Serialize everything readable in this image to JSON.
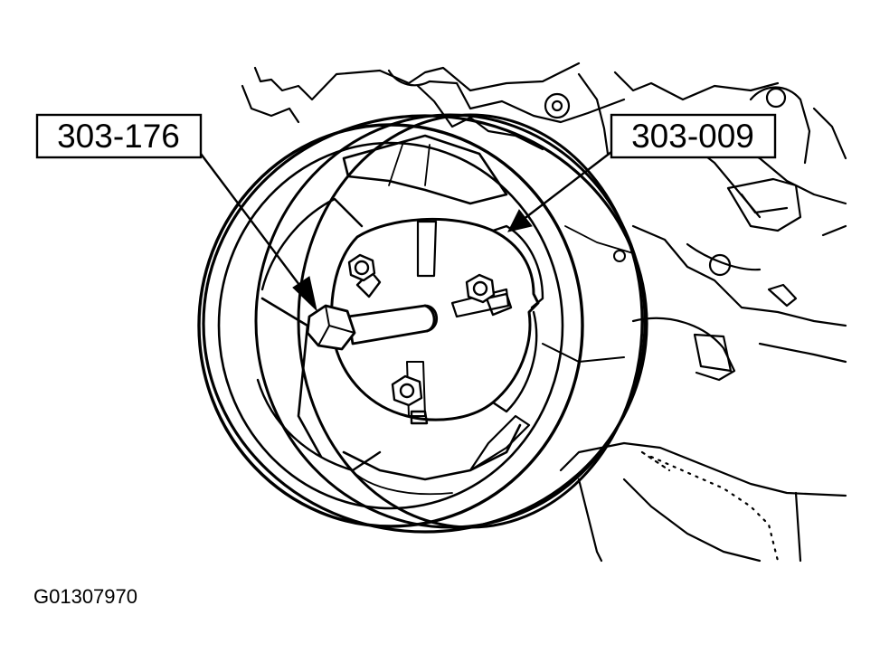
{
  "diagram": {
    "callouts": [
      {
        "id": "tool-left",
        "label": "303-176"
      },
      {
        "id": "tool-right",
        "label": "303-009"
      }
    ],
    "figure_id": "G01307970",
    "colors": {
      "line": "#000000",
      "background": "#ffffff"
    }
  }
}
